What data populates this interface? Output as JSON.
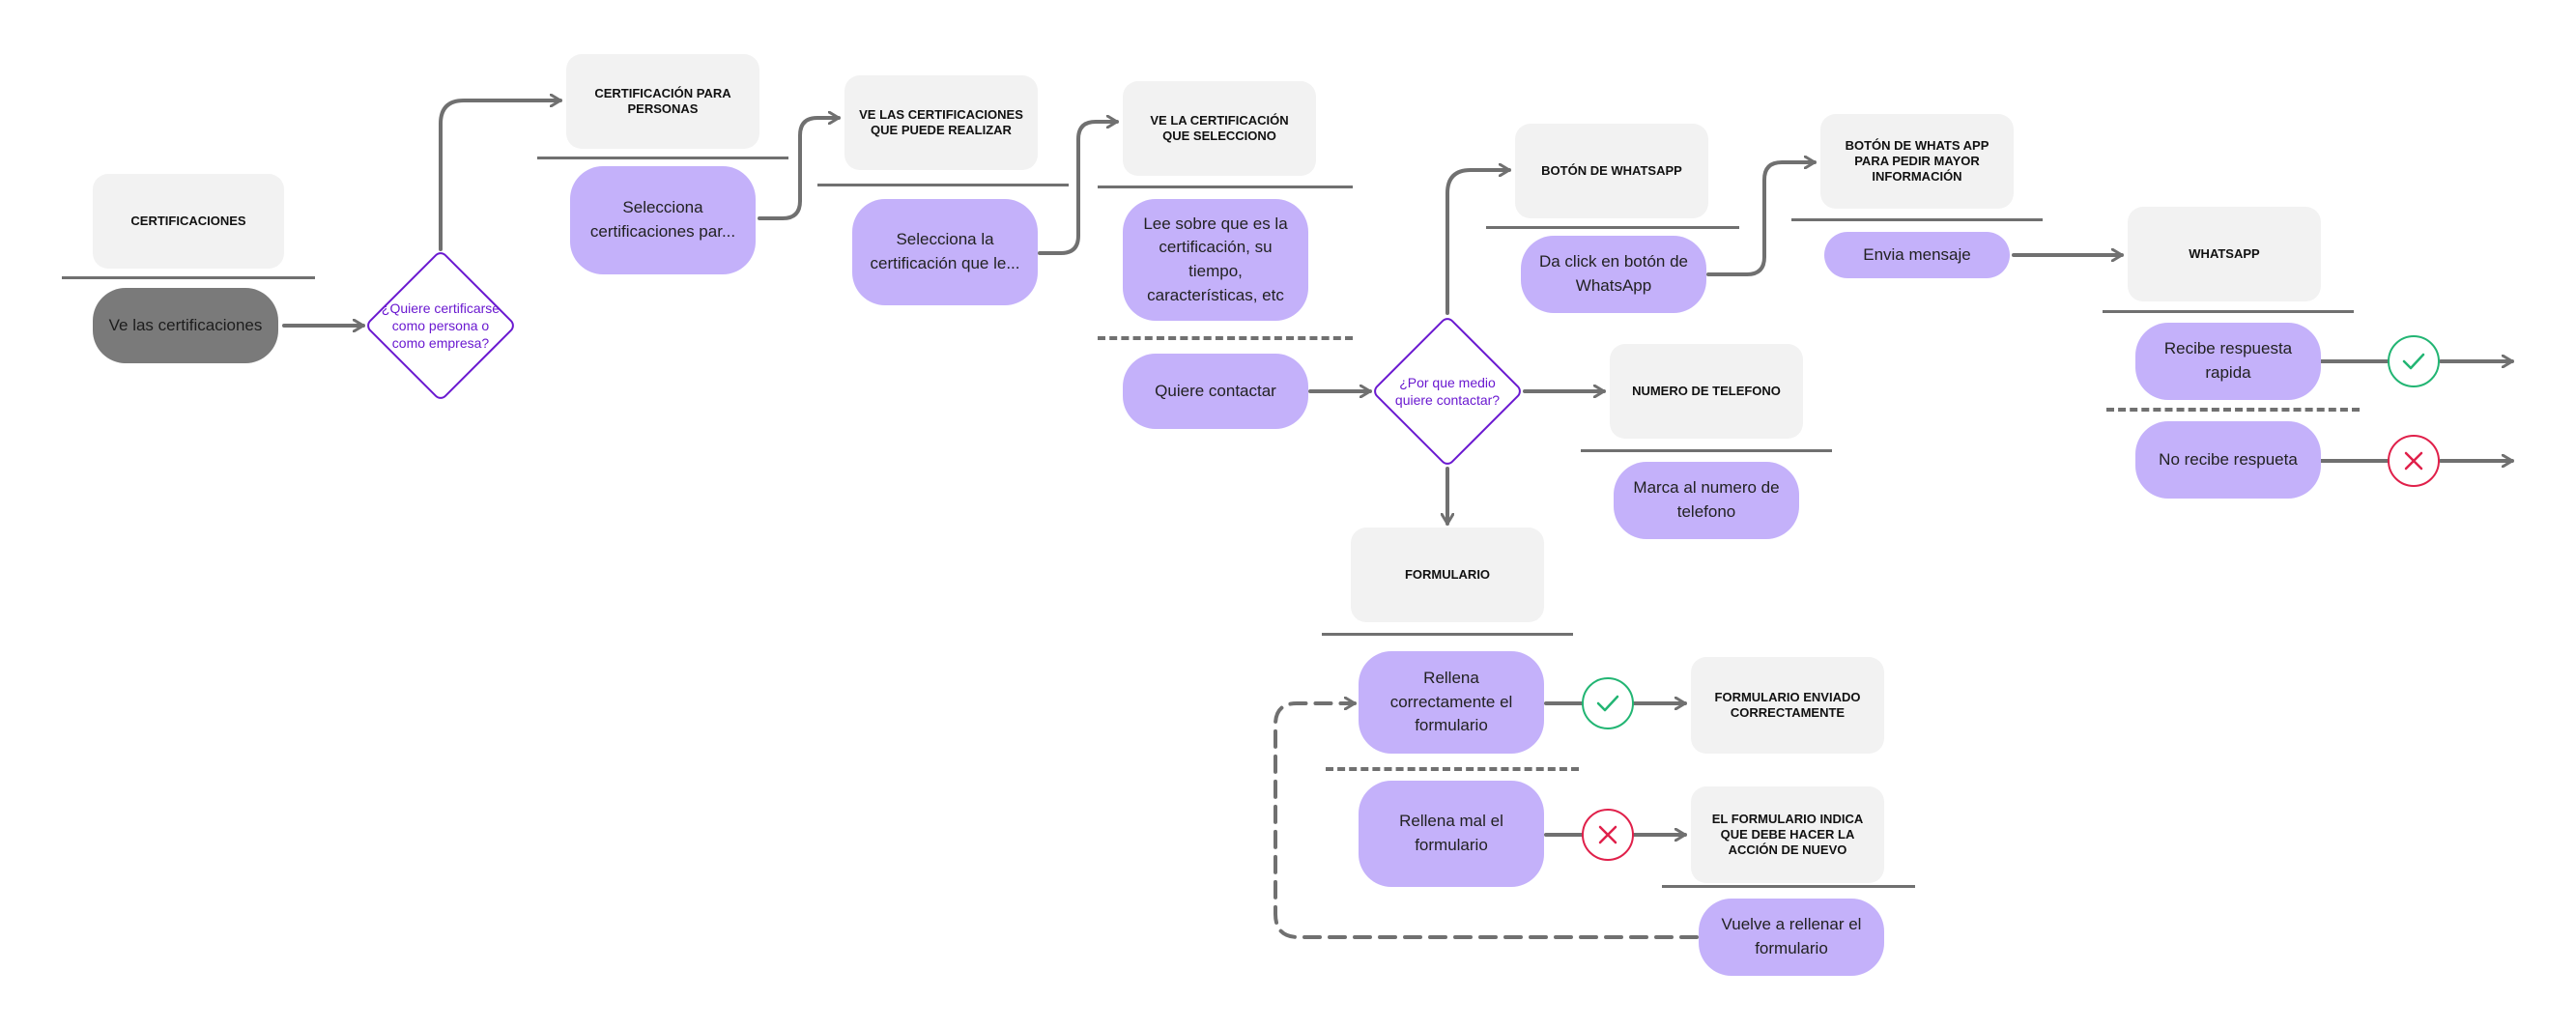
{
  "screens": {
    "certificaciones": "CERTIFICACIONES",
    "cert_personas": "CERTIFICACIÓN PARA PERSONAS",
    "ve_certs": "VE LAS CERTIFICACIONES QUE PUEDE REALIZAR",
    "ve_cert_sel": "VE LA CERTIFICACIÓN QUE SELECCIONO",
    "boton_whatsapp": "BOTÓN DE WHATSAPP",
    "boton_whats_info": "BOTÓN DE WHATS APP PARA PEDIR MAYOR INFORMACIÓN",
    "whatsapp": "WHATSAPP",
    "numero_telefono": "NUMERO DE TELEFONO",
    "formulario": "FORMULARIO",
    "form_ok": "FORMULARIO ENVIADO CORRECTAMENTE",
    "form_error": "EL FORMULARIO INDICA QUE DEBE HACER LA ACCIÓN DE NUEVO"
  },
  "actions": {
    "ve_certificaciones": "Ve las certificaciones",
    "selecciona_personas": "Selecciona certificaciones par...",
    "selecciona_cert": "Selecciona la certificación que le...",
    "lee_sobre": "Lee sobre que es la certificación, su tiempo, características, etc",
    "quiere_contactar": "Quiere contactar",
    "click_whatsapp": "Da click en botón de WhatsApp",
    "envia_mensaje": "Envia mensaje",
    "recibe_respuesta": "Recibe respuesta rapida",
    "no_recibe": "No recibe respueta",
    "marca_numero": "Marca al numero de telefono",
    "rellena_ok": "Rellena correctamente el formulario",
    "rellena_mal": "Rellena mal el formulario",
    "vuelve_rellenar": "Vuelve a rellenar el formulario"
  },
  "decisions": {
    "persona_empresa": "¿Quiere certificarse como persona o como empresa?",
    "medio_contacto": "¿Por que medio quiere contactar?"
  },
  "colors": {
    "screen_fill": "#f2f2f2",
    "action_fill": "#c4b1fa",
    "start_fill": "#7a7a7a",
    "decision_stroke": "#6a19d0",
    "connector": "#707070",
    "success": "#22b573",
    "error": "#e0204a"
  },
  "icons": [
    "arrow-icon",
    "check-icon",
    "cross-icon"
  ]
}
